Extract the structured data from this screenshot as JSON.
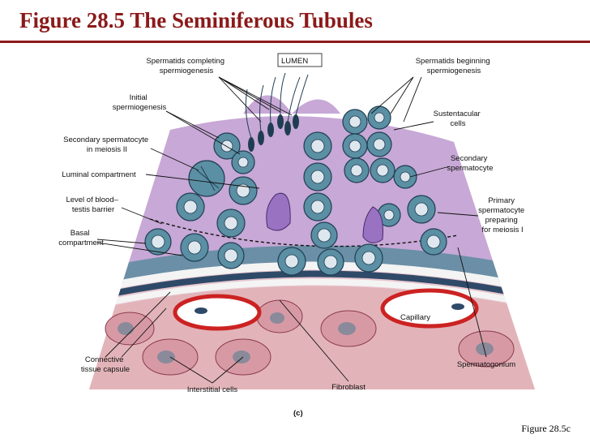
{
  "title": "Figure 28.5  The Seminiferous Tubules",
  "figure_ref": "Figure 28.5c",
  "panel_letter": "(c)",
  "labels": {
    "lumen": "LUMEN",
    "spermatids_completing": [
      "Spermatids completing",
      "spermiogenesis"
    ],
    "spermatids_beginning": [
      "Spermatids beginning",
      "spermiogenesis"
    ],
    "initial_spermiogenesis": [
      "Initial",
      "spermiogenesis"
    ],
    "sustentacular_cells": [
      "Sustentacular",
      "cells"
    ],
    "secondary_spermatocyte_meiosis": [
      "Secondary spermatocyte",
      "in meiosis II"
    ],
    "secondary_spermatocyte": [
      "Secondary",
      "spermatocyte"
    ],
    "luminal_compartment": [
      "Luminal compartment"
    ],
    "level_barrier": [
      "Level of blood–",
      "testis barrier"
    ],
    "primary_spermatocyte": [
      "Primary",
      "spermatocyte",
      "preparing",
      "for meiosis I"
    ],
    "basal_compartment": [
      "Basal",
      "compartment"
    ],
    "capillary": "Capillary",
    "connective_capsule": [
      "Connective",
      "tissue capsule"
    ],
    "spermatogonium": [
      "Spermatogonium"
    ],
    "interstitial_cells": [
      "Interstitial cells"
    ],
    "fibroblast": [
      "Fibroblast"
    ]
  }
}
